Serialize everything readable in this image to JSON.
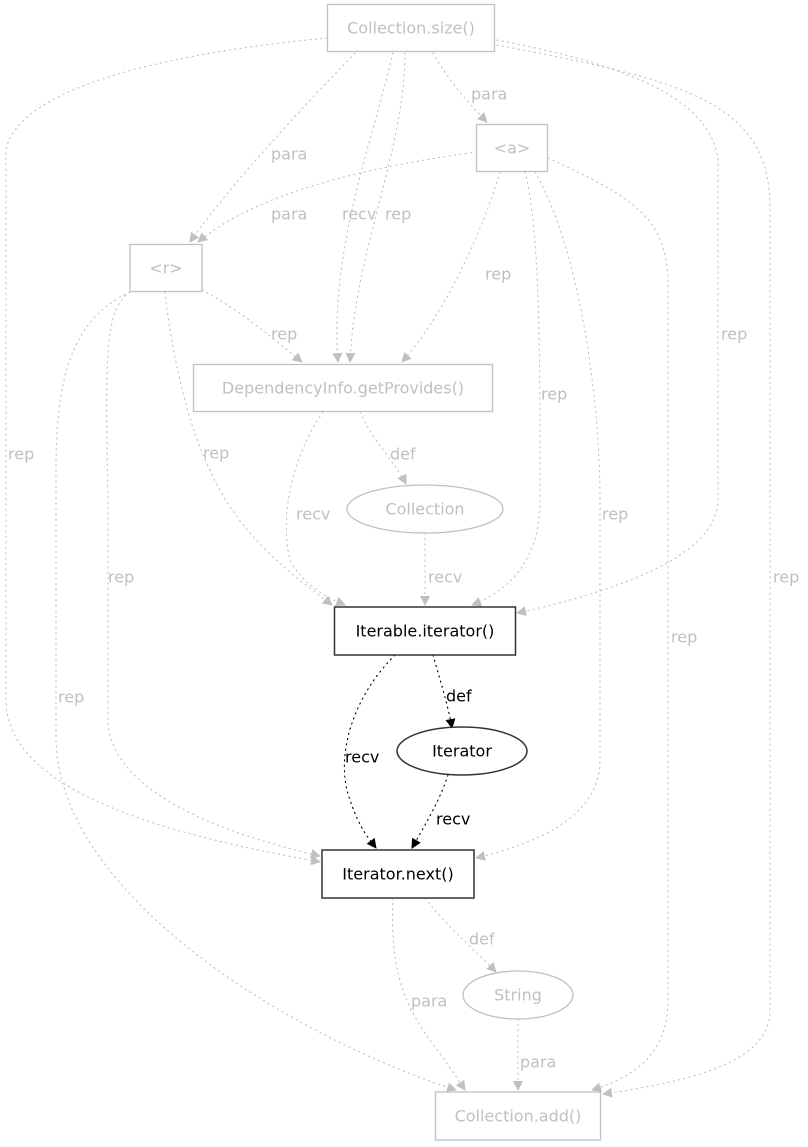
{
  "title": "API usage graph",
  "colors": {
    "active": "#000000",
    "inactive": "#c0c0c0",
    "active_border": "#333333",
    "background": "#ffffff"
  },
  "nodes": [
    {
      "id": "size",
      "label": "Collection.size()",
      "shape": "box",
      "active": false
    },
    {
      "id": "a",
      "label": "<a>",
      "shape": "box",
      "active": false
    },
    {
      "id": "r",
      "label": "<r>",
      "shape": "box",
      "active": false
    },
    {
      "id": "getprov",
      "label": "DependencyInfo.getProvides()",
      "shape": "box",
      "active": false
    },
    {
      "id": "coll",
      "label": "Collection",
      "shape": "ellipse",
      "active": false
    },
    {
      "id": "iter",
      "label": "Iterable.iterator()",
      "shape": "box",
      "active": true
    },
    {
      "id": "iterator",
      "label": "Iterator",
      "shape": "ellipse",
      "active": true
    },
    {
      "id": "next",
      "label": "Iterator.next()",
      "shape": "box",
      "active": true
    },
    {
      "id": "string",
      "label": "String",
      "shape": "ellipse",
      "active": false
    },
    {
      "id": "add",
      "label": "Collection.add()",
      "shape": "box",
      "active": false
    }
  ],
  "edges": [
    {
      "from": "size",
      "to": "a",
      "label": "para",
      "active": false
    },
    {
      "from": "size",
      "to": "r",
      "label": "para",
      "active": false
    },
    {
      "from": "a",
      "to": "r",
      "label": "para",
      "active": false
    },
    {
      "from": "size",
      "to": "getprov",
      "label": "recv",
      "active": false
    },
    {
      "from": "size",
      "to": "getprov",
      "label": "rep",
      "active": false
    },
    {
      "from": "a",
      "to": "getprov",
      "label": "rep",
      "active": false
    },
    {
      "from": "r",
      "to": "getprov",
      "label": "rep",
      "active": false
    },
    {
      "from": "getprov",
      "to": "coll",
      "label": "def",
      "active": false
    },
    {
      "from": "getprov",
      "to": "iter",
      "label": "recv",
      "active": false
    },
    {
      "from": "coll",
      "to": "iter",
      "label": "recv",
      "active": false
    },
    {
      "from": "r",
      "to": "iter",
      "label": "rep",
      "active": false
    },
    {
      "from": "a",
      "to": "iter",
      "label": "rep",
      "active": false
    },
    {
      "from": "size",
      "to": "iter",
      "label": "rep",
      "active": false
    },
    {
      "from": "iter",
      "to": "iterator",
      "label": "def",
      "active": true
    },
    {
      "from": "iter",
      "to": "next",
      "label": "recv",
      "active": true
    },
    {
      "from": "iterator",
      "to": "next",
      "label": "recv",
      "active": true
    },
    {
      "from": "size",
      "to": "next",
      "label": "rep",
      "active": false
    },
    {
      "from": "r",
      "to": "next",
      "label": "rep",
      "active": false
    },
    {
      "from": "a",
      "to": "next",
      "label": "rep",
      "active": false
    },
    {
      "from": "next",
      "to": "string",
      "label": "def",
      "active": false
    },
    {
      "from": "next",
      "to": "add",
      "label": "para",
      "active": false
    },
    {
      "from": "string",
      "to": "add",
      "label": "para",
      "active": false
    },
    {
      "from": "r",
      "to": "add",
      "label": "rep",
      "active": false
    },
    {
      "from": "a",
      "to": "add",
      "label": "rep",
      "active": false
    },
    {
      "from": "size",
      "to": "add",
      "label": "rep",
      "active": false
    }
  ]
}
